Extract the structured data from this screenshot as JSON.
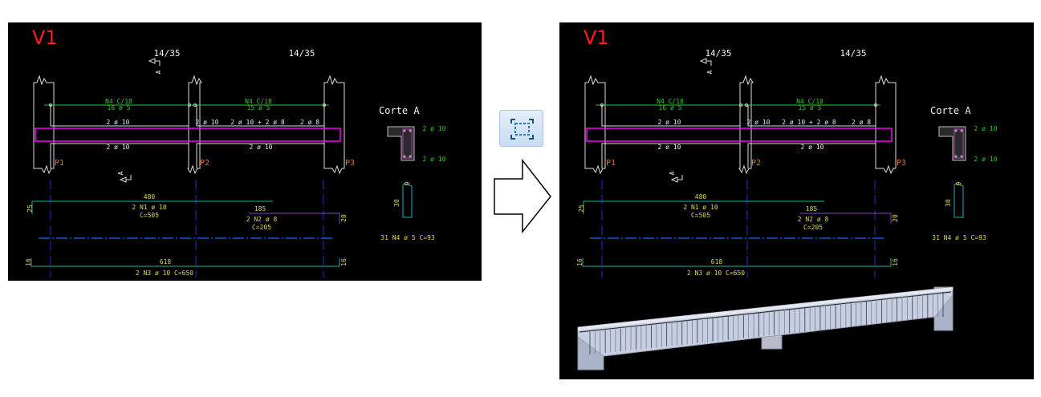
{
  "drawing": {
    "title": "V1",
    "sections": [
      "14/35",
      "14/35"
    ],
    "section_mark": "A",
    "stirrups": [
      {
        "label": "N4 C/18",
        "count": "16 ø 5"
      },
      {
        "label": "N4 C/18",
        "count": "15 ø 5"
      }
    ],
    "top_bars": [
      "2 ø 10",
      "2 ø 10",
      "2 ø 10 + 2 ø 8",
      "2 ø 8"
    ],
    "bottom_bars": [
      "2 ø 10",
      "2 ø 10"
    ],
    "pillars": [
      "P1",
      "P2",
      "P3"
    ],
    "n1": {
      "length": "480",
      "hook": "25",
      "label": "2 N1 ø 10",
      "total": "C=505"
    },
    "n2": {
      "length": "185",
      "hook": "20",
      "label": "2 N2 ø 8",
      "total": "C=205"
    },
    "n3": {
      "length": "618",
      "hook_left": "16",
      "hook_right": "16",
      "label": "2 N3 ø 10  C=650"
    },
    "corte": {
      "title": "Corte A",
      "top": "2 ø 10",
      "bottom": "2 ø 10",
      "height": "30",
      "width": "9"
    },
    "n4": "31 N4 ø 5 C=93"
  },
  "colors": {
    "background": "#000000",
    "title": "#ff1a1a",
    "beam": "#ff00ff",
    "axis": "#1a5cff"
  },
  "controls": {
    "fit_icon": "zoom-extents-icon",
    "arrow_icon": "right-arrow-icon"
  }
}
